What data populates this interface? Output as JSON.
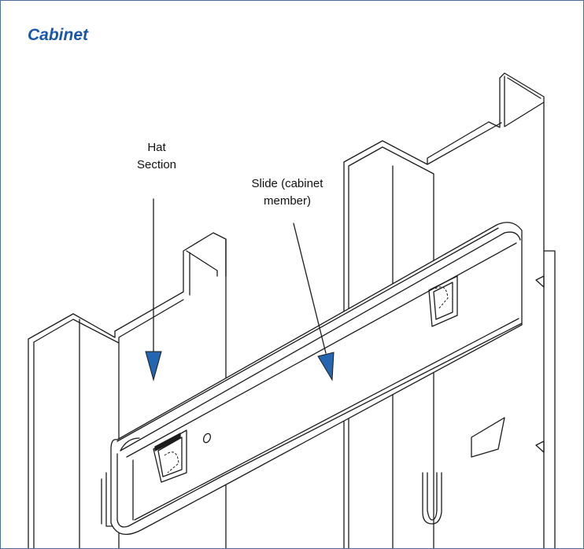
{
  "title": "Cabinet",
  "callouts": {
    "hat_section": {
      "line1": "Hat",
      "line2": "Section"
    },
    "slide": {
      "line1": "Slide (cabinet",
      "line2": "member)"
    }
  },
  "colors": {
    "title": "#1a57a8",
    "frame_border": "#4a6f9c",
    "arrow_head": "#2566b0",
    "line_art": "#1c1c1c"
  }
}
